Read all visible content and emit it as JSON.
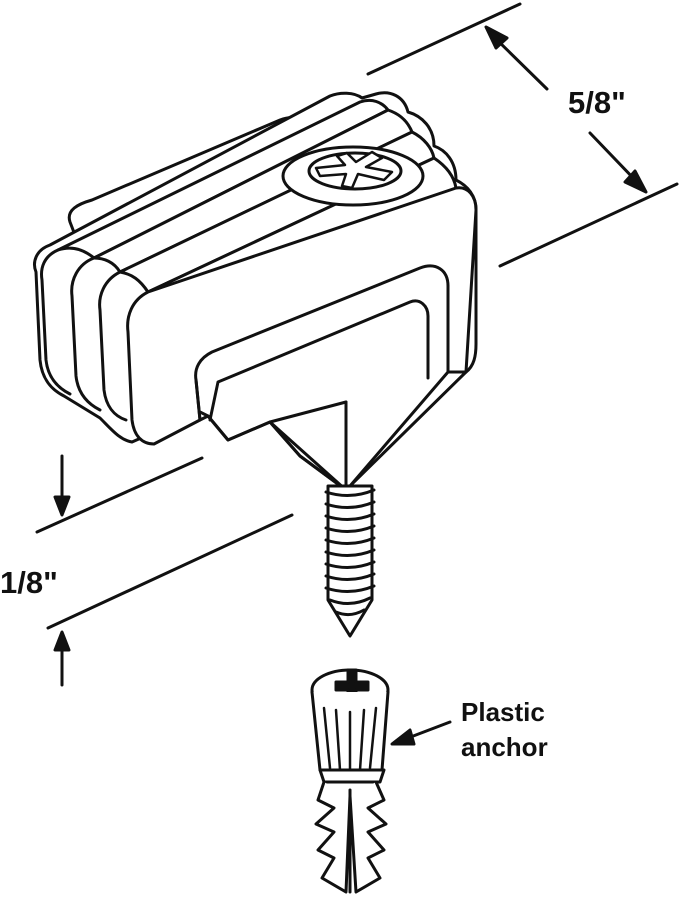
{
  "dimensions": {
    "width_label": "5/8\"",
    "gap_label": "1/8\""
  },
  "callouts": {
    "anchor_line1": "Plastic",
    "anchor_line2": "anchor"
  },
  "colors": {
    "ink": "#111111",
    "paper": "#ffffff"
  }
}
